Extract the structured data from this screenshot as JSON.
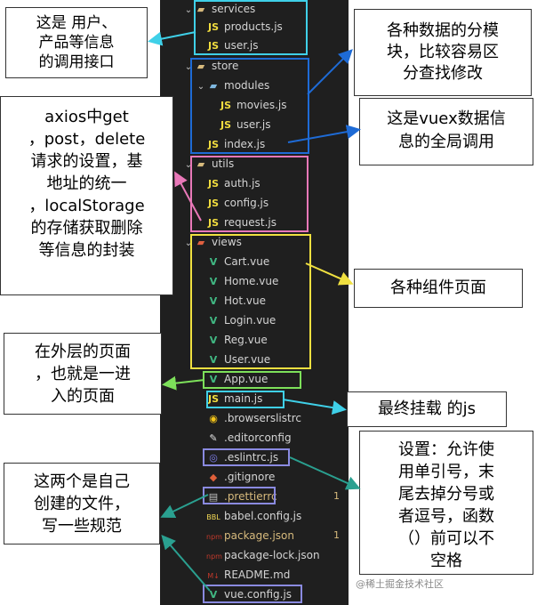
{
  "tree": {
    "services_folder": "services",
    "products": "products.js",
    "user_js": "user.js",
    "store_folder": "store",
    "modules_folder": "modules",
    "movies": "movies.js",
    "user_js_2": "user.js",
    "index": "index.js",
    "utils_folder": "utils",
    "auth": "auth.js",
    "config": "config.js",
    "request": "request.js",
    "views_folder": "views",
    "cart": "Cart.vue",
    "home": "Home.vue",
    "hot": "Hot.vue",
    "login": "Login.vue",
    "reg": "Reg.vue",
    "user_vue": "User.vue",
    "app": "App.vue",
    "main": "main.js",
    "browserslistrc": ".browserslistrc",
    "editorconfig": ".editorconfig",
    "eslintrc": ".eslintrc.js",
    "gitignore": ".gitignore",
    "prettierrc": ".prettierrc",
    "prettierrc_badge": "1",
    "babel": "babel.config.js",
    "package": "package.json",
    "package_badge": "1",
    "package_lock": "package-lock.json",
    "readme": "README.md",
    "vue_config": "vue.config.js"
  },
  "notes": {
    "services_l1": "这是 用户、",
    "services_l2": "产品等信息",
    "services_l3": "的调用接口",
    "modules_l1": "各种数据的分模",
    "modules_l2": "块，比较容易区",
    "modules_l3": "分查找修改",
    "axios_l1": "axios中get",
    "axios_l2": "，post，delete",
    "axios_l3": "请求的设置，基",
    "axios_l4": "地址的统一",
    "axios_l5": "，localStorage",
    "axios_l6": "的存储获取删除",
    "axios_l7": "等信息的封装",
    "vuex_l1": "这是vuex数据信",
    "vuex_l2": "息的全局调用",
    "views": "各种组件页面",
    "app_l1": "在外层的页面",
    "app_l2": "，也就是一进",
    "app_l3": "入的页面",
    "main": "最终挂载 的js",
    "eslint_l1": "设置：允许使",
    "eslint_l2": "用单引号，末",
    "eslint_l3": "尾去掉分号或",
    "eslint_l4": "者逗号，函数",
    "eslint_l5": "（）前可以不",
    "eslint_l6": "空格",
    "custom_l1": "这两个是自己",
    "custom_l2": "创建的文件，",
    "custom_l3": "写一些规范"
  },
  "watermark": "@稀土掘金技术社区",
  "colors": {
    "cyan": "#3fd0e8",
    "blue": "#1e6bd6",
    "pink": "#e878b8",
    "yellow": "#f0e040",
    "green": "#7de05a",
    "purple": "#8a8ae0",
    "teal": "#2aa090"
  }
}
